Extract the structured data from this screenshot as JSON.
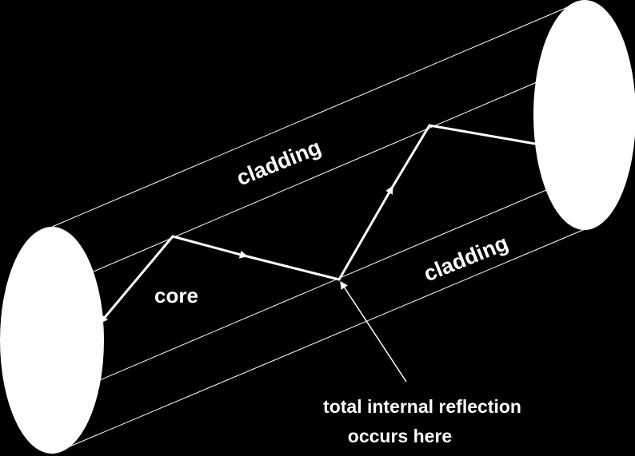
{
  "diagram": {
    "labels": {
      "cladding_top": "cladding",
      "cladding_bottom": "cladding",
      "core": "core",
      "annotation_line1": "total internal reflection",
      "annotation_line2": "occurs here"
    },
    "colors": {
      "background": "#000000",
      "foreground": "#ffffff"
    }
  }
}
